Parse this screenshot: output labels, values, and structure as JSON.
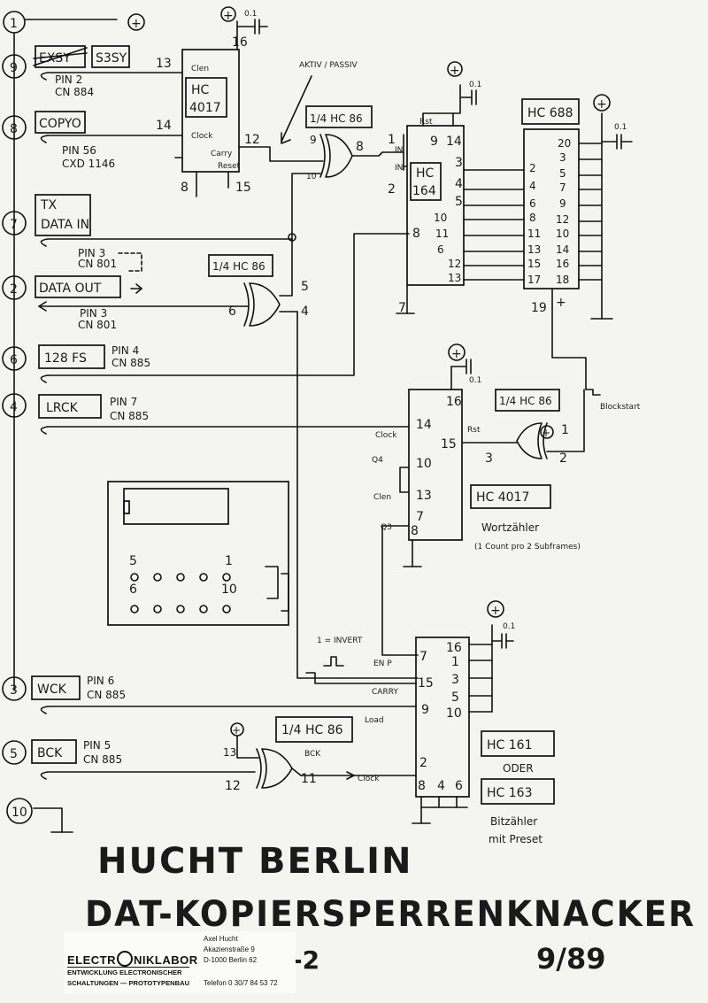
{
  "connectors": [
    {
      "num": "1",
      "label": "",
      "pin": "",
      "sub": ""
    },
    {
      "num": "9",
      "label": "EXSY",
      "label2": "S3SY",
      "pin": "PIN 2",
      "sub": "CN 884"
    },
    {
      "num": "8",
      "label": "COPYO",
      "pin": "PIN 56",
      "sub": "CXD 1146"
    },
    {
      "num": "7",
      "label": "TX",
      "label2": "DATA IN",
      "pin": "PIN 3",
      "sub": "CN 801"
    },
    {
      "num": "2",
      "label": "DATA OUT",
      "pin": "PIN 3",
      "sub": "CN 801"
    },
    {
      "num": "6",
      "label": "128 FS",
      "pin": "PIN 4",
      "sub": "CN 885"
    },
    {
      "num": "4",
      "label": "LRCK",
      "pin": "PIN 7",
      "sub": "CN 885"
    },
    {
      "num": "3",
      "label": "WCK",
      "pin": "PIN 6",
      "sub": "CN 885"
    },
    {
      "num": "5",
      "label": "BCK",
      "pin": "PIN 5",
      "sub": "CN 885"
    },
    {
      "num": "10",
      "label": "",
      "pin": "",
      "sub": ""
    }
  ],
  "chips": {
    "u1": {
      "name": "HC",
      "name2": "4017",
      "pins": [
        "13",
        "14",
        "12",
        "8",
        "15",
        "16"
      ],
      "notes": [
        "Clen",
        "Clock",
        "Carry",
        "Reset"
      ]
    },
    "u2": {
      "name": "1/4 HC 86",
      "pins": [
        "9",
        "10",
        "8"
      ]
    },
    "u3": {
      "name": "HC",
      "name2": "164",
      "pins": [
        "1",
        "2",
        "9",
        "14",
        "3",
        "4",
        "5",
        "10",
        "11",
        "6",
        "12",
        "13",
        "8",
        "7"
      ],
      "notes": [
        "Rst",
        "IN",
        "IN"
      ]
    },
    "u4": {
      "name": "HC 688",
      "pins": [
        "20",
        "2",
        "4",
        "6",
        "8",
        "11",
        "13",
        "15",
        "17",
        "3",
        "5",
        "7",
        "9",
        "12",
        "10",
        "14",
        "16",
        "18",
        "19"
      ]
    },
    "u5": {
      "name": "1/4 HC 86",
      "pins": [
        "5",
        "4",
        "6"
      ]
    },
    "u6": {
      "name": "HC 4017",
      "pins": [
        "16",
        "14",
        "15",
        "10",
        "13",
        "7",
        "8"
      ],
      "notes": [
        "Clock",
        "Q4",
        "Clen",
        "Q3",
        "Rst"
      ]
    },
    "u7": {
      "name": "1/4 HC 86",
      "pins": [
        "1",
        "2",
        "3"
      ]
    },
    "u8": {
      "name": "HC 161",
      "alt": "ODER",
      "name2": "HC 163",
      "pins": [
        "16",
        "1",
        "3",
        "5",
        "10",
        "7",
        "15",
        "9",
        "2",
        "8",
        "4",
        "6"
      ],
      "notes": [
        "EN P",
        "CARRY",
        "Load",
        "Clock"
      ]
    },
    "u9": {
      "name": "1/4 HC 86",
      "pins": [
        "13",
        "12",
        "11"
      ],
      "notes": [
        "BCK"
      ]
    }
  },
  "cap_label": "0.1",
  "annotations": {
    "aktiv": "AKTIV / PASSIV",
    "blockstart": "Blockstart",
    "wortzaehler": "Wortzähler",
    "wortzaehler2": "(1 Count pro 2 Subframes)",
    "invert": "1 = INVERT",
    "bitzaehler": "Bitzähler",
    "preset": "mit Preset",
    "plus": "+",
    "disp_left": "5",
    "disp_left2": "6",
    "disp_right": "1",
    "disp_right2": "10"
  },
  "title": {
    "line1": "HUCHT BERLIN",
    "line2": "DAT-KOPIERSPERRENKNACKER",
    "number": "-2",
    "date": "9/89"
  },
  "stamp": {
    "brand_left": "ELECTR",
    "brand_right": "NIKLABOR",
    "line2": "ENTWICKLUNG ELECTRONISCHER",
    "line3": "SCHALTUNGEN — PROTOTYPENBAU",
    "addr1": "Axel Hucht",
    "addr2": "Akazienstraße 9",
    "addr3": "D-1000 Berlin 62",
    "phone": "Telefon 0 30/7 84 53 72"
  }
}
